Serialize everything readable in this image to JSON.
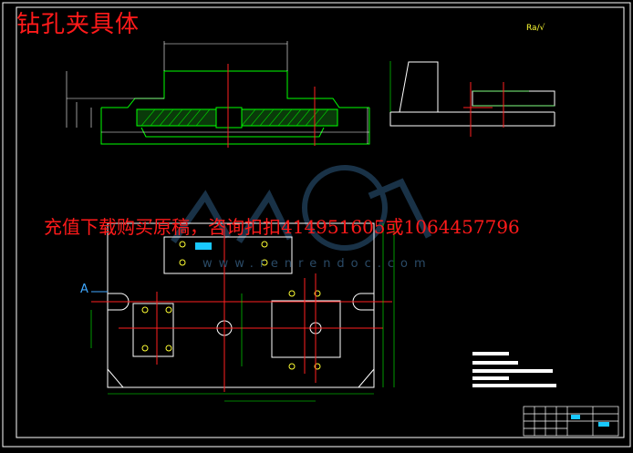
{
  "drawing": {
    "title": "钻孔夹具体",
    "ad_text": "充值下载购买原稿，咨询扣扣414951605或1064457796",
    "watermark_url": "www.renrendoc.com",
    "roughness_note": "Ra/√",
    "section_label": "A"
  },
  "colors": {
    "background": "#000000",
    "frame": "#ffffff",
    "outline": "#00ff00",
    "centerline": "#ff2020",
    "dimension": "#ffffff",
    "watermark": "#2f5b82",
    "title_text": "#ff1a1a"
  }
}
